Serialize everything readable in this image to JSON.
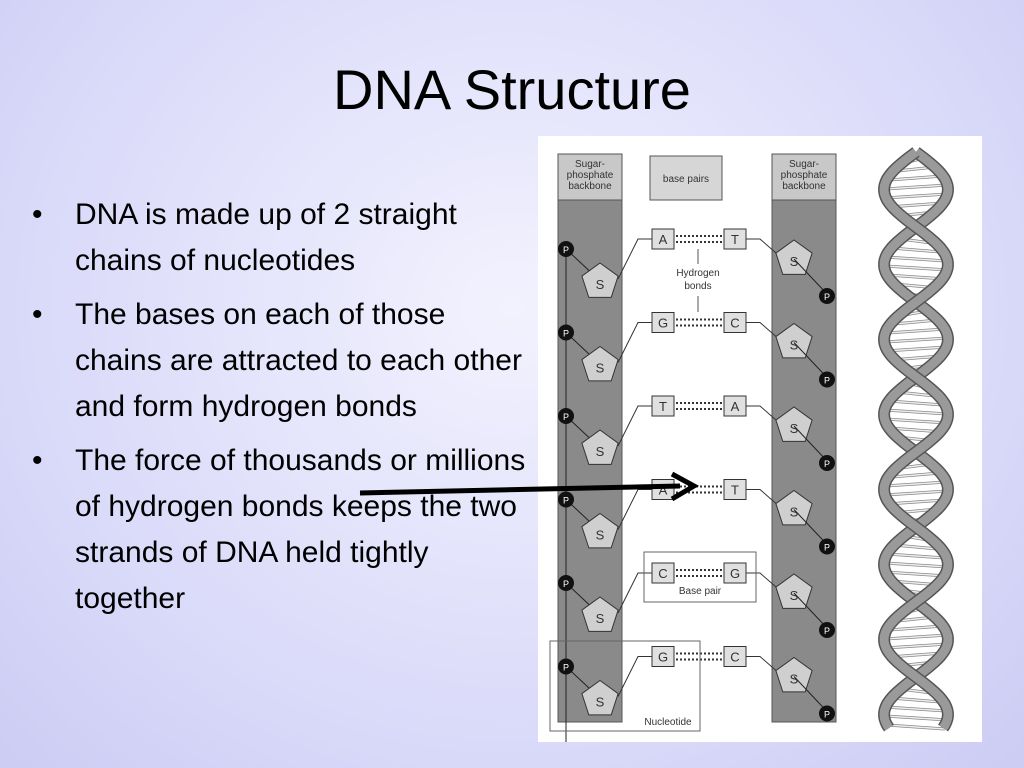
{
  "slide": {
    "title": "DNA Structure",
    "bullets": [
      "DNA is made up of 2 straight chains of nucleotides",
      "The bases on each of those chains are attracted to each other and form hydrogen bonds",
      "The force of thousands or millions of hydrogen bonds keeps the two strands of DNA held tightly together"
    ],
    "bullet_char": "•"
  },
  "diagram": {
    "left_backbone_label": [
      "Sugar-",
      "phosphate",
      "backbone"
    ],
    "right_backbone_label": [
      "Sugar-",
      "phosphate",
      "backbone"
    ],
    "base_pairs_label": "base pairs",
    "hydrogen_bonds_label": [
      "Hydrogen",
      "bonds"
    ],
    "base_pair_label": "Base pair",
    "nucleotide_label": "Nucleotide",
    "sugar_label": "S",
    "phosphate_label": "P",
    "pairs": [
      {
        "left": "A",
        "right": "T"
      },
      {
        "left": "G",
        "right": "C"
      },
      {
        "left": "T",
        "right": "A"
      },
      {
        "left": "A",
        "right": "T"
      },
      {
        "left": "C",
        "right": "G"
      },
      {
        "left": "G",
        "right": "C"
      }
    ]
  },
  "colors": {
    "backbone": "#8a8a8a",
    "phosphate": "#111111",
    "sugar": "#cfcfcf",
    "base_box": "#e0e0e0",
    "helix_strand": "#9a9a9a"
  }
}
